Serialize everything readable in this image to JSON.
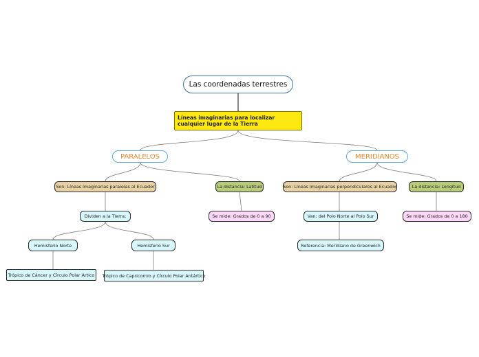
{
  "root": "Las coordenadas terrestres",
  "main": "Líneas imaginarias para localizar cualquier lugar de la Tierra",
  "paralelos": {
    "title": "PARALELOS",
    "son": "Son: Líneas imaginarias paralelas al Ecuador",
    "distancia": "La distancia: Latitud",
    "mide": "Se mide: Grados de 0 a 90",
    "dividen": "Dividen a la Tierra:",
    "norte": "Hemisferio Norte",
    "sur": "Hemisferio Sur",
    "tropico_cancer": "Trópico de Cáncer y Círculo Polar Ártico",
    "tropico_capricornio": "Trópico de Capricornio y Círculo Polar Antártico"
  },
  "meridianos": {
    "title": "MERIDIANOS",
    "son": "Son: Líneas imaginarias perpendiculares al Ecuador",
    "distancia": "La distancia: Longitud",
    "mide": "Se mide: Grados de 0 a 180",
    "van": "Van: del Polo Norte al Polo Sur",
    "referencia": "Referencia: Meridiano de Greenwich"
  },
  "colors": {
    "root_border": "#3f6fa5",
    "main_fill": "#ffe710",
    "topic_text": "#e9862a",
    "line": "#7a7a7a"
  }
}
